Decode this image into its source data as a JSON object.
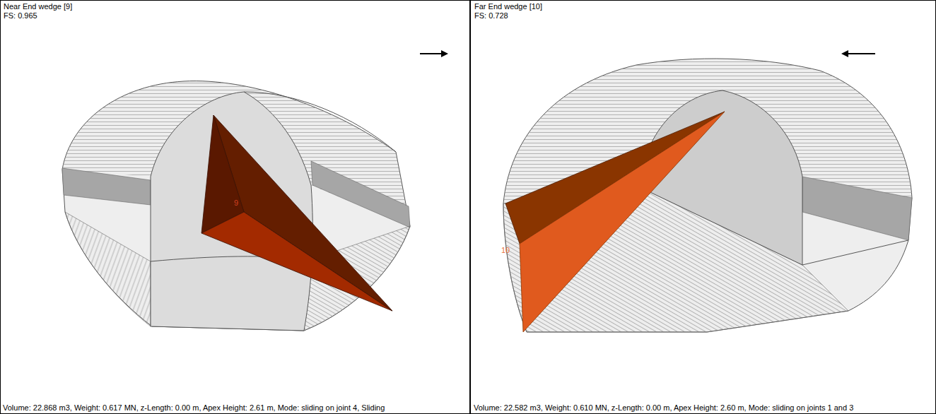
{
  "diagram": {
    "labels": [
      "Near End wedge [9]",
      "FS: 0.965",
      "9",
      "Volume: 22.868 m3, Weight: 0.617 MN, z-Length: 0.00 m, Apex Height: 2.61 m, Mode: sliding on joint 4, Sliding",
      "Far End wedge [10]",
      "FS: 0.728",
      "10",
      "Volume: 22.582 m3, Weight: 0.610 MN, z-Length: 0.00 m, Apex Height: 2.60 m, Mode: sliding on joints 1 and 3"
    ]
  }
}
